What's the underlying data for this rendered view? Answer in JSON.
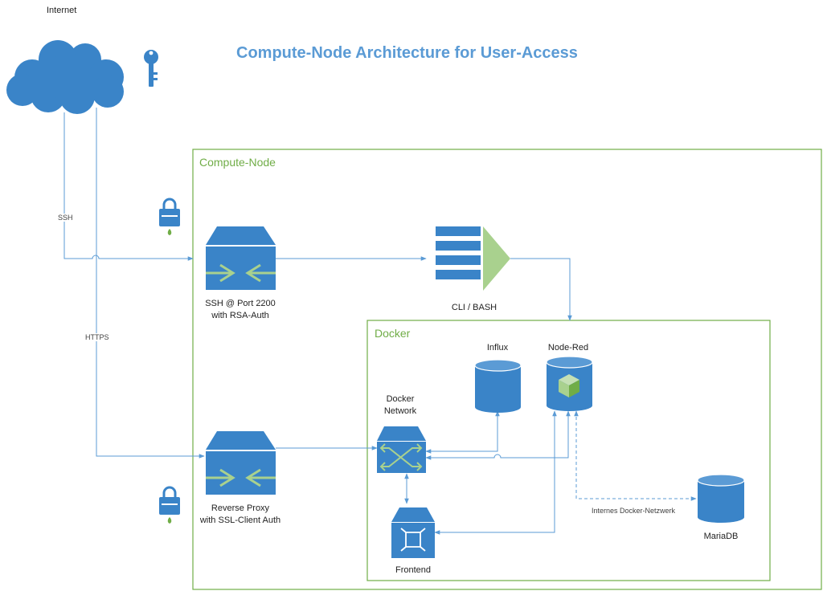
{
  "title": "Compute-Node Architecture for User-Access",
  "colors": {
    "icon_blue": "#3a84c8",
    "line_blue": "#5b9bd5",
    "frame_green": "#70ad47",
    "arrow_green": "#a9d18e"
  },
  "nodes": {
    "internet": {
      "label": "Internet"
    },
    "ssh_gateway": {
      "label_line1": "SSH @ Port 2200",
      "label_line2": "with RSA-Auth"
    },
    "cli": {
      "label": "CLI / BASH"
    },
    "reverse_proxy": {
      "label_line1": "Reverse Proxy",
      "label_line2": "with SSL-Client Auth"
    },
    "docker_network": {
      "label_line1": "Docker",
      "label_line2": "Network"
    },
    "influx": {
      "label": "Influx"
    },
    "node_red": {
      "label": "Node-Red"
    },
    "mariadb": {
      "label": "MariaDB"
    },
    "frontend": {
      "label": "Frontend"
    }
  },
  "containers": {
    "compute_node": {
      "label": "Compute-Node"
    },
    "docker": {
      "label": "Docker"
    }
  },
  "edges": {
    "ssh": "SSH",
    "https": "HTTPS",
    "internal_network": "Internes Docker-Netzwerk"
  }
}
